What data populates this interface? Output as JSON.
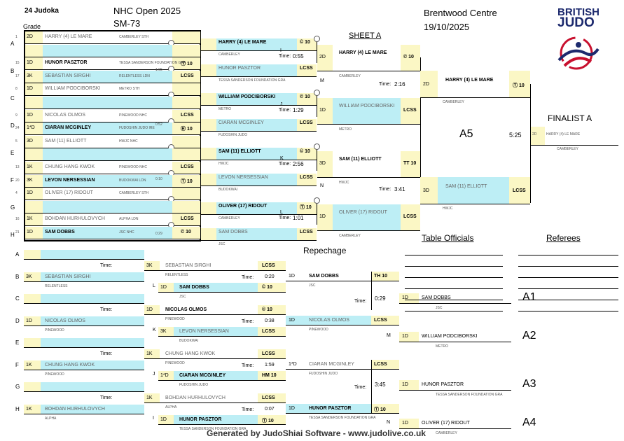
{
  "header": {
    "count": "24 Judoka",
    "event": "NHC Open 2025",
    "category": "SM-73",
    "venue": "Brentwood Centre",
    "date": "19/10/2025",
    "grade_label": "Grade",
    "sheet": "SHEET A",
    "logo_line1": "BRITISH",
    "logo_line2": "JUDO"
  },
  "pool_rows": [
    "A",
    "B",
    "C",
    "D",
    "E",
    "F",
    "G",
    "H"
  ],
  "pool_entries": [
    {
      "no": "1",
      "grade": "2D",
      "name": "HARRY (4) LE MARE",
      "club": "CAMBERLEY STH",
      "score": "",
      "bold": false
    },
    {
      "no": "",
      "grade": "",
      "name": "",
      "club": "",
      "score": "",
      "bold": false
    },
    {
      "no": "15",
      "grade": "1D",
      "name": "HUNOR PASZTOR",
      "club": "TESSA SANDERSON FOUNDATION GRA",
      "score": "Ⓣ 10",
      "bold": true
    },
    {
      "no": "17",
      "grade": "3K",
      "name": "SEBASTIAN SIRGHI",
      "club": "RELENTLESS LDN",
      "score": "LCSS",
      "bold": false
    },
    {
      "no": "8",
      "grade": "1D",
      "name": "WILLIAM PODCIBORSKI",
      "club": "METRO STH",
      "score": "",
      "bold": false
    },
    {
      "no": "",
      "grade": "",
      "name": "",
      "club": "",
      "score": "",
      "bold": false
    },
    {
      "no": "9",
      "grade": "1D",
      "name": "NICOLAS OLMOS",
      "club": "PINEWOOD NHC",
      "score": "LCSS",
      "bold": false
    },
    {
      "no": "24",
      "grade": "1*D",
      "name": "CIARAN MCGINLEY",
      "club": "FUDOSHIN JUDO IRE",
      "score": "Ⓗ 10",
      "bold": true
    },
    {
      "no": "5",
      "grade": "3D",
      "name": "SAM (11) ELLIOTT",
      "club": "HWJC NHC",
      "score": "",
      "bold": false
    },
    {
      "no": "",
      "grade": "",
      "name": "",
      "club": "",
      "score": "",
      "bold": false
    },
    {
      "no": "13",
      "grade": "1K",
      "name": "CHUNG HANG KWOK",
      "club": "PINEWOOD NHC",
      "score": "LCSS",
      "bold": false
    },
    {
      "no": "20",
      "grade": "3K",
      "name": "LEVON NERSESSIAN",
      "club": "BUDOKWAI LDN",
      "score": "Ⓣ 10",
      "bold": true
    },
    {
      "no": "4",
      "grade": "1D",
      "name": "OLIVER (17) RIDOUT",
      "club": "CAMBERLEY STH",
      "score": "",
      "bold": false
    },
    {
      "no": "",
      "grade": "",
      "name": "",
      "club": "",
      "score": "",
      "bold": false
    },
    {
      "no": "16",
      "grade": "1K",
      "name": "BOHDAN HURHULOVYCH",
      "club": "ALPHA LDN",
      "score": "LCSS",
      "bold": false
    },
    {
      "no": "21",
      "grade": "1D",
      "name": "SAM DOBBS",
      "club": "JSC NHC",
      "score": "© 10",
      "bold": true
    }
  ],
  "pool_times": [
    "1:05",
    "0:52",
    "0:10",
    "0:29"
  ],
  "round2": [
    {
      "grade": "2D",
      "name": "HARRY (4) LE MARE",
      "club": "CAMBERLEY",
      "score": "© 10",
      "bold": true
    },
    {
      "grade": "1D",
      "name": "HUNOR PASZTOR",
      "club": "TESSA SANDERSON FOUNDATION GRA",
      "score": "LCSS",
      "bold": false
    },
    {
      "grade": "1D",
      "name": "WILLIAM PODCIBORSKI",
      "club": "METRO",
      "score": "© 10",
      "bold": true
    },
    {
      "grade": "1*D",
      "name": "CIARAN MCGINLEY",
      "club": "FUDOSHIN JUDO",
      "score": "LCSS",
      "bold": false
    },
    {
      "grade": "3D",
      "name": "SAM (11) ELLIOTT",
      "club": "HWJC",
      "score": "© 10",
      "bold": true
    },
    {
      "grade": "3K",
      "name": "LEVON NERSESSIAN",
      "club": "BUDOKWAI",
      "score": "LCSS",
      "bold": false
    },
    {
      "grade": "1D",
      "name": "OLIVER (17) RIDOUT",
      "club": "CAMBERLEY",
      "score": "Ⓣ 10",
      "bold": true
    },
    {
      "grade": "1D",
      "name": "SAM DOBBS",
      "club": "JSC",
      "score": "LCSS",
      "bold": false
    }
  ],
  "round2_matches": [
    {
      "letter": "I",
      "time_label": "Time:",
      "time": "0:55"
    },
    {
      "letter": "J",
      "time_label": "Time:",
      "time": "1:29"
    },
    {
      "letter": "K",
      "time_label": "Time:",
      "time": "2:56"
    },
    {
      "letter": "L",
      "time_label": "Time:",
      "time": "1:01"
    }
  ],
  "round3": [
    {
      "grade": "2D",
      "name": "HARRY (4) LE MARE",
      "club": "CAMBERLEY",
      "score": "© 10",
      "bold": true
    },
    {
      "grade": "1D",
      "name": "WILLIAM PODCIBORSKI",
      "club": "METRO",
      "score": "LCSS",
      "bold": false
    },
    {
      "grade": "3D",
      "name": "SAM (11) ELLIOTT",
      "club": "HWJC",
      "score": "TT 10",
      "bold": true
    },
    {
      "grade": "1D",
      "name": "OLIVER (17) RIDOUT",
      "club": "CAMBERLEY",
      "score": "LCSS",
      "bold": false
    }
  ],
  "round3_matches": [
    {
      "letter": "M",
      "time_label": "Time:",
      "time": "2:16"
    },
    {
      "letter": "N",
      "time_label": "Time:",
      "time": "3:41"
    }
  ],
  "semi": [
    {
      "grade": "2D",
      "name": "HARRY (4) LE MARE",
      "club": "CAMBERLEY",
      "score": "Ⓣ 10",
      "bold": true
    },
    {
      "grade": "3D",
      "name": "SAM (11) ELLIOTT",
      "club": "HWJC",
      "score": "LCSS",
      "bold": false
    }
  ],
  "semi_match": {
    "label": "A5",
    "time": "5:25"
  },
  "finalist": {
    "title": "FINALIST A",
    "grade": "2D",
    "name": "HARRY (4) LE MARE",
    "club": "CAMBERLEY"
  },
  "repechage": {
    "title": "Repechage",
    "rows": [
      "A",
      "B",
      "C",
      "D",
      "E",
      "F",
      "G",
      "H"
    ],
    "time_label": "Time:",
    "entries": [
      {
        "grade": "",
        "name": "",
        "club": ""
      },
      {
        "grade": "3K",
        "name": "SEBASTIAN SIRGHI",
        "club": "RELENTLESS"
      },
      {
        "grade": "",
        "name": "",
        "club": ""
      },
      {
        "grade": "1D",
        "name": "NICOLAS OLMOS",
        "club": "PINEWOOD"
      },
      {
        "grade": "",
        "name": "",
        "club": ""
      },
      {
        "grade": "1K",
        "name": "CHUNG HANG KWOK",
        "club": "PINEWOOD"
      },
      {
        "grade": "",
        "name": "",
        "club": ""
      },
      {
        "grade": "1K",
        "name": "BOHDAN HURHULOVYCH",
        "club": "ALPHA"
      }
    ],
    "r2": [
      {
        "grade": "3K",
        "name": "SEBASTIAN SIRGHI",
        "club": "RELENTLESS",
        "score": "LCSS",
        "time": "0:20",
        "bold": false
      },
      {
        "grade": "1D",
        "name": "SAM DOBBS",
        "club": "JSC",
        "score": "© 10",
        "letter": "L",
        "bold": true
      },
      {
        "grade": "1D",
        "name": "NICOLAS OLMOS",
        "club": "PINEWOOD",
        "score": "© 10",
        "time": "0:38",
        "bold": true
      },
      {
        "grade": "3K",
        "name": "LEVON NERSESSIAN",
        "club": "BUDOKWAI",
        "score": "LCSS",
        "letter": "K",
        "bold": false
      },
      {
        "grade": "1K",
        "name": "CHUNG HANG KWOK",
        "club": "PINEWOOD",
        "score": "LCSS",
        "time": "1:59",
        "bold": false
      },
      {
        "grade": "1*D",
        "name": "CIARAN MCGINLEY",
        "club": "FUDOSHIN JUDO",
        "score": "HM 10",
        "letter": "J",
        "bold": true
      },
      {
        "grade": "1K",
        "name": "BOHDAN HURHULOVYCH",
        "club": "ALPHA",
        "score": "LCSS",
        "time": "0:07",
        "bold": false
      },
      {
        "grade": "1D",
        "name": "HUNOR PASZTOR",
        "club": "TESSA SANDERSON FOUNDATION GRA",
        "score": "Ⓣ 10",
        "letter": "I",
        "bold": true
      }
    ],
    "r3": [
      {
        "grade": "1D",
        "name": "SAM DOBBS",
        "club": "JSC",
        "score": "TH 10",
        "bold": true
      },
      {
        "grade": "1D",
        "name": "NICOLAS OLMOS",
        "club": "PINEWOOD",
        "score": "LCSS",
        "bold": false
      },
      {
        "grade": "1*D",
        "name": "CIARAN MCGINLEY",
        "club": "FUDOSHIN JUDO",
        "score": "LCSS",
        "bold": false
      },
      {
        "grade": "1D",
        "name": "HUNOR PASZTOR",
        "club": "TESSA SANDERSON FOUNDATION GRA",
        "score": "Ⓣ 10",
        "bold": true
      }
    ],
    "r3_times": [
      "0:29",
      "3:45"
    ]
  },
  "bronze": [
    {
      "label": "A1",
      "grade": "1D",
      "name": "SAM DOBBS",
      "club": "JSC",
      "letter": ""
    },
    {
      "label": "A2",
      "grade": "1D",
      "name": "WILLIAM PODCIBORSKI",
      "club": "METRO",
      "letter": "M"
    },
    {
      "label": "A3",
      "grade": "1D",
      "name": "HUNOR PASZTOR",
      "club": "TESSA SANDERSON FOUNDATION GRA",
      "letter": ""
    },
    {
      "label": "A4",
      "grade": "1D",
      "name": "OLIVER (17) RIDOUT",
      "club": "CAMBERLEY",
      "letter": "N"
    }
  ],
  "officials": {
    "table": "Table Officials",
    "referees": "Referees"
  },
  "footer": "Generated by JudoShiai Software - www.judolive.co.uk"
}
